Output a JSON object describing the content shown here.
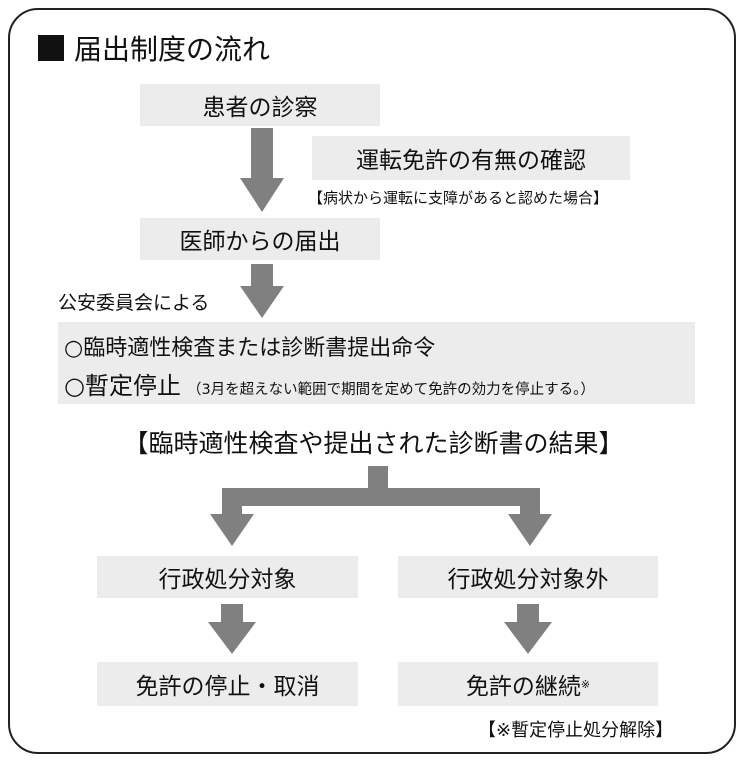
{
  "title": "届出制度の流れ",
  "steps": {
    "exam": "患者の診察",
    "license_check": "運転免許の有無の確認",
    "condition_note": "【病状から運転に支障があると認めた場合】",
    "doctor_report": "医師からの届出",
    "commission_label": "公安委員会による",
    "order_item": "○臨時適性検査または診断書提出命令",
    "suspension_item": "○暫定停止",
    "suspension_note": "（3月を超えない範囲で期間を定めて免許の効力を停止する。）",
    "result_heading": "【臨時適性検査や提出された診断書の結果】"
  },
  "branches": {
    "left": {
      "label": "行政処分対象",
      "outcome": "免許の停止・取消"
    },
    "right": {
      "label": "行政処分対象外",
      "outcome": "免許の継続",
      "mark": "※"
    }
  },
  "footnote": "【※暫定停止処分解除】",
  "colors": {
    "box": "#ececec",
    "arrow": "#808080"
  }
}
